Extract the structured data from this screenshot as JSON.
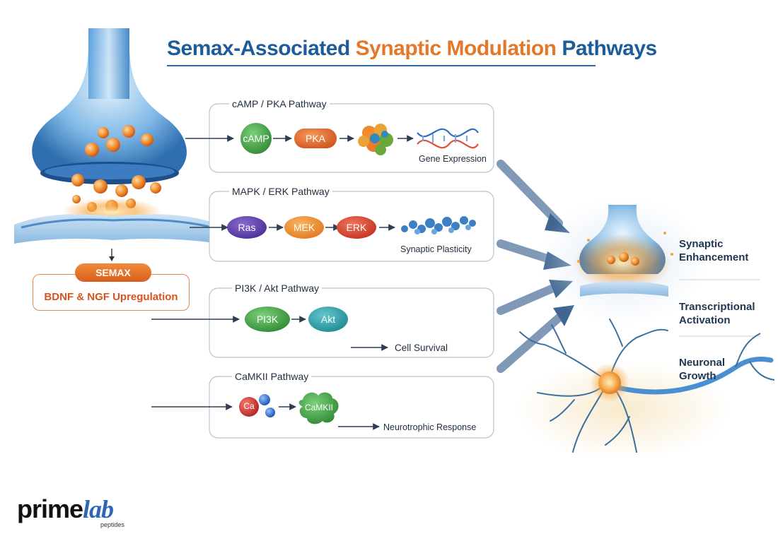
{
  "title": {
    "part1": "Semax-Associated",
    "part2": "Synaptic Modulation",
    "part3": "Pathways",
    "colors": {
      "blue": "#1d5c98",
      "orange": "#e4782a"
    }
  },
  "source": {
    "pill": "SEMAX",
    "label": "BDNF & NGF Upregulation"
  },
  "pathways": [
    {
      "title": "cAMP / PKA Pathway",
      "nodes": [
        "cAMP",
        "PKA"
      ],
      "result": "Gene Expression",
      "icon": "protein-icon"
    },
    {
      "title": "MAPK / ERK Pathway",
      "nodes": [
        "Ras",
        "MEK",
        "ERK"
      ],
      "result": "Synaptic Plasticity",
      "icon": "actin-filament-icon"
    },
    {
      "title": "PI3K / Akt Pathway",
      "nodes": [
        "PI3K",
        "Akt"
      ],
      "result": "Cell Survival"
    },
    {
      "title": "CaMKII Pathway",
      "nodes": [
        "Ca",
        "CaMKII"
      ],
      "result": "Neurotrophic Response"
    }
  ],
  "outcomes": [
    {
      "label": "Synaptic Enhancement"
    },
    {
      "label": "Transcriptional Activation"
    },
    {
      "label": "Neuronal Growth"
    }
  ],
  "logo": {
    "main": "prime",
    "accent": "lab",
    "sub": "peptides"
  }
}
